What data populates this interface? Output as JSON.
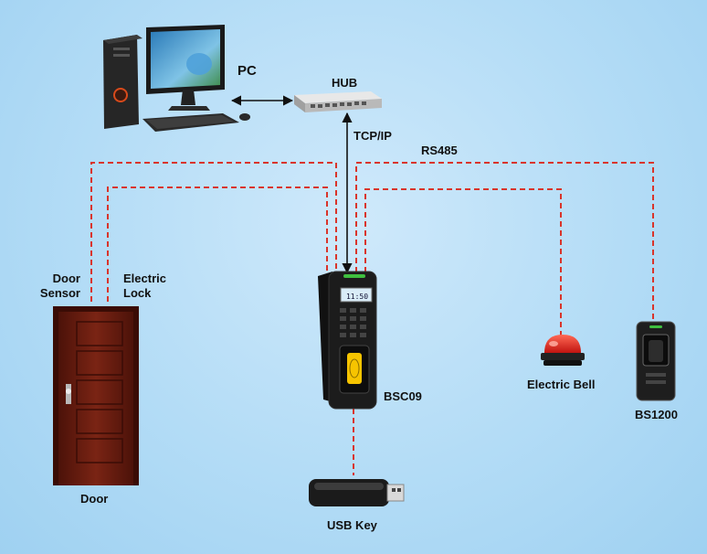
{
  "labels": {
    "pc": "PC",
    "hub": "HUB",
    "tcp_ip": "TCP/IP",
    "rs485": "RS485",
    "door_sensor": "Door Sensor",
    "electric_lock": "Electric Lock",
    "bsc09": "BSC09",
    "electric_bell": "Electric Bell",
    "bs1200": "BS1200",
    "door": "Door",
    "usb_key": "USB Key"
  },
  "device_screen": {
    "time": "11:50"
  },
  "colors": {
    "background": "#b3dcf6",
    "wire_dashed": "#d9342b",
    "wire_solid": "#111111",
    "door": "#6b1d10",
    "bell": "#e8201a",
    "terminal": "#1c1c1c",
    "fingerprint_window": "#f6c400"
  }
}
